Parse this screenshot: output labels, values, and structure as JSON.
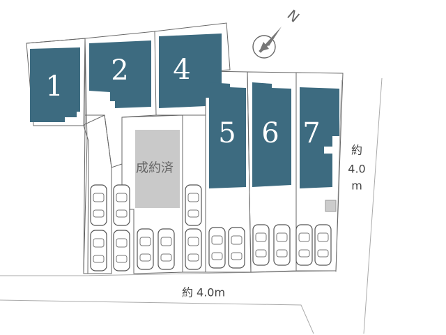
{
  "lots": [
    {
      "number": "1"
    },
    {
      "number": "2"
    },
    {
      "number": "4"
    },
    {
      "number": "5"
    },
    {
      "number": "6"
    },
    {
      "number": "7"
    }
  ],
  "sold_label": "成約済",
  "compass": {
    "north_letter": "N"
  },
  "road_width_east": {
    "prefix": "約",
    "value": "4.0",
    "unit": "m"
  },
  "road_width_south": "約 4.0m",
  "colors": {
    "building": "#3d6b80",
    "sold": "#c9c9c9"
  }
}
